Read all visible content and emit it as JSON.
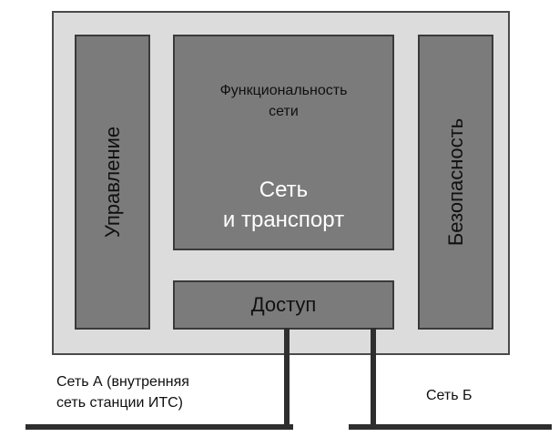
{
  "blocks": {
    "management": "Управление",
    "security": "Безопасность",
    "network_functionality": {
      "title_line1": "Функциональность",
      "title_line2": "сети",
      "core_line1": "Сеть",
      "core_line2": "и транспорт"
    },
    "access": "Доступ"
  },
  "networks": {
    "a_line1": "Сеть А (внутренняя",
    "a_line2": "сеть станции ИТС)",
    "b": "Сеть Б"
  },
  "colors": {
    "frame_fill": "#dcdcdc",
    "block_fill": "#7b7b7b",
    "core_text": "#ffffff",
    "line": "#2e2e2e"
  }
}
